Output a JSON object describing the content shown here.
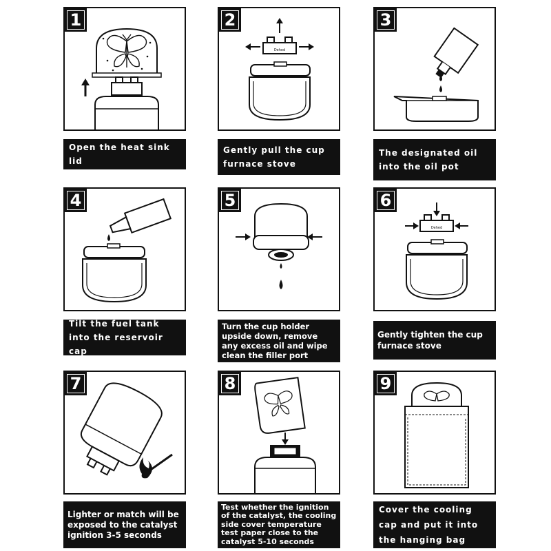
{
  "steps": [
    {
      "number": "1",
      "caption": "Open the heat sink lid"
    },
    {
      "number": "2",
      "caption": "Gently pull the cup furnace stove"
    },
    {
      "number": "3",
      "caption": "The designated oil into the oil pot"
    },
    {
      "number": "4",
      "caption": "Tilt the fuel tank into the reservoir cap"
    },
    {
      "number": "5",
      "caption": "Turn the cup holder upside down, remove any excess oil and wipe clean the filler port"
    },
    {
      "number": "6",
      "caption": "Gently tighten the cup furnace stove"
    },
    {
      "number": "7",
      "caption": "Lighter or match will be exposed to the catalyst ignition 3-5 seconds"
    },
    {
      "number": "8",
      "caption": "Test whether the ignition of the catalyst, the cooling side cover temperature test paper close to the catalyst 5-10 seconds"
    },
    {
      "number": "9",
      "caption": "Cover the cooling cap and put it into the hanging bag"
    }
  ],
  "device_label": "Dehed",
  "colors": {
    "ink": "#111111",
    "paper": "#ffffff"
  }
}
